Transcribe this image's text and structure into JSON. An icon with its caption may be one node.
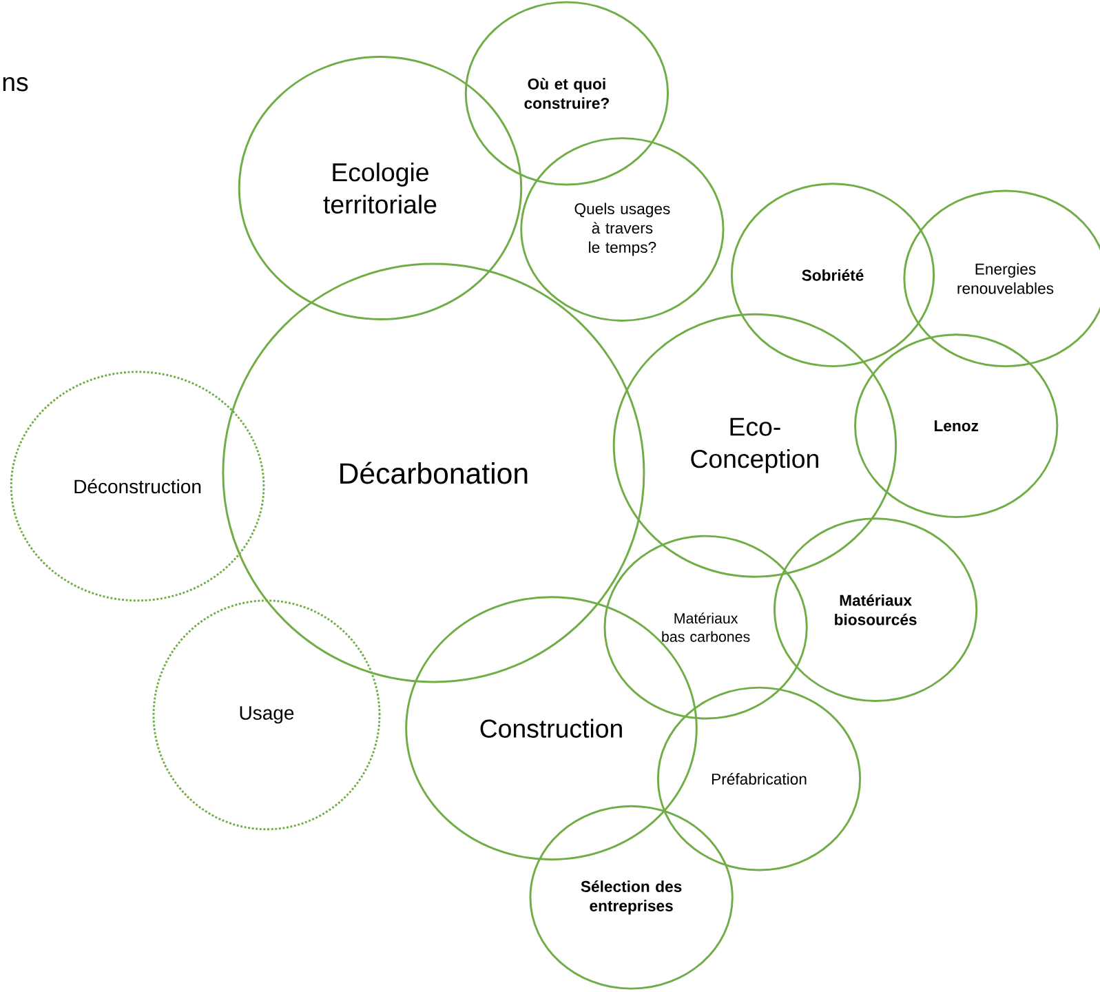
{
  "diagram": {
    "nodes": [
      {
        "text": [
          "Ecologie territoriale"
        ]
      },
      {
        "text": [
          "Où et quoi construire?"
        ]
      },
      {
        "text": [
          "Quels usages à travers le temps?"
        ]
      },
      {
        "text": [
          "Décarbonation"
        ]
      },
      {
        "text": [
          "Déconstruction"
        ]
      },
      {
        "text": [
          "Usage"
        ]
      },
      {
        "text": [
          "Sobriété"
        ]
      },
      {
        "text": [
          "Energies renouvelables"
        ]
      },
      {
        "text": [
          "Eco-Conception"
        ]
      },
      {
        "text": [
          "Lenoz"
        ]
      },
      {
        "text": [
          "Matériaux bas carbones"
        ]
      },
      {
        "text": [
          "Matériaux biosourcés"
        ]
      },
      {
        "text": [
          "Construction"
        ]
      },
      {
        "text": [
          "Préfabrication"
        ]
      },
      {
        "text": [
          "Sélection des entreprises"
        ]
      }
    ],
    "labels": [
      "ns"
    ]
  }
}
